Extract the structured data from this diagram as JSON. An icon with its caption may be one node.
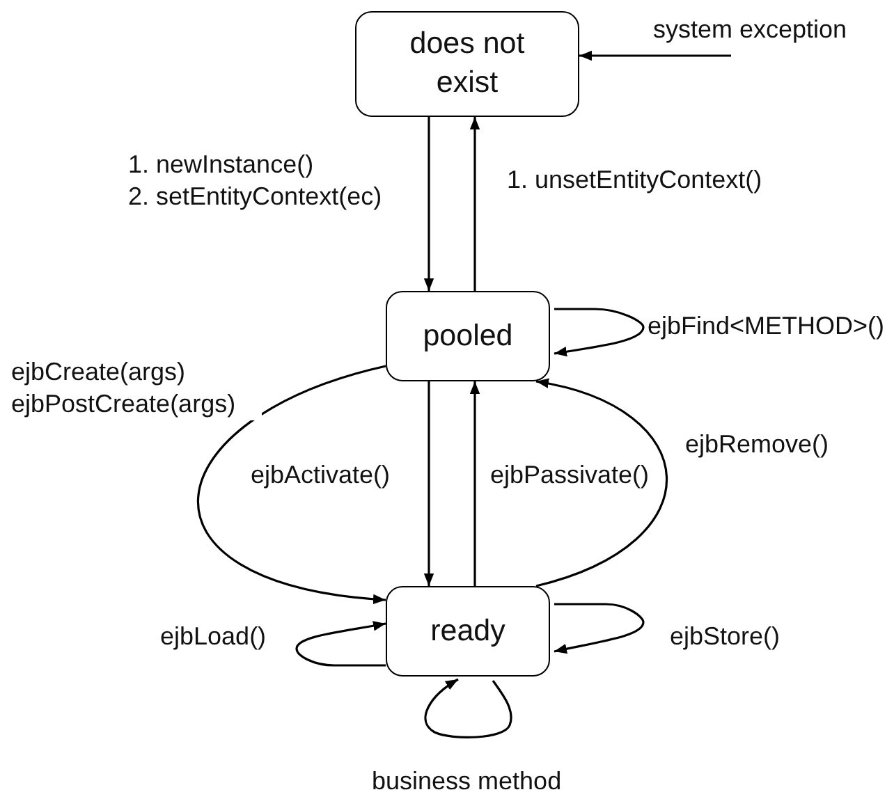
{
  "diagram": {
    "nodes": [
      {
        "text": [
          "does not exist"
        ]
      },
      {
        "text": [
          "pooled"
        ]
      },
      {
        "text": [
          "ready"
        ]
      }
    ],
    "edges": [
      {
        "from": 0,
        "to": 1,
        "arrow": "to",
        "label": "1. newInstance() 2. setEntityContext(ec)"
      },
      {
        "from": 1,
        "to": 0,
        "arrow": "to",
        "label": "1. unsetEntityContext()"
      },
      {
        "from": null,
        "to": 0,
        "arrow": "to",
        "label": "system exception"
      },
      {
        "from": 1,
        "to": 1,
        "arrow": "to",
        "label": "ejbFind<METHOD>()"
      },
      {
        "from": 1,
        "to": 2,
        "arrow": "to",
        "label": "ejbCreate(args) ejbPostCreate(args)"
      },
      {
        "from": 1,
        "to": 2,
        "arrow": "to",
        "label": "ejbActivate()"
      },
      {
        "from": 2,
        "to": 1,
        "arrow": "to",
        "label": "ejbPassivate()"
      },
      {
        "from": 2,
        "to": 1,
        "arrow": "to",
        "label": "ejbRemove()"
      },
      {
        "from": 2,
        "to": 2,
        "arrow": "to",
        "label": "ejbLoad()"
      },
      {
        "from": 2,
        "to": 2,
        "arrow": "to",
        "label": "ejbStore()"
      },
      {
        "from": 2,
        "to": 2,
        "arrow": "to",
        "label": "business method"
      }
    ]
  }
}
